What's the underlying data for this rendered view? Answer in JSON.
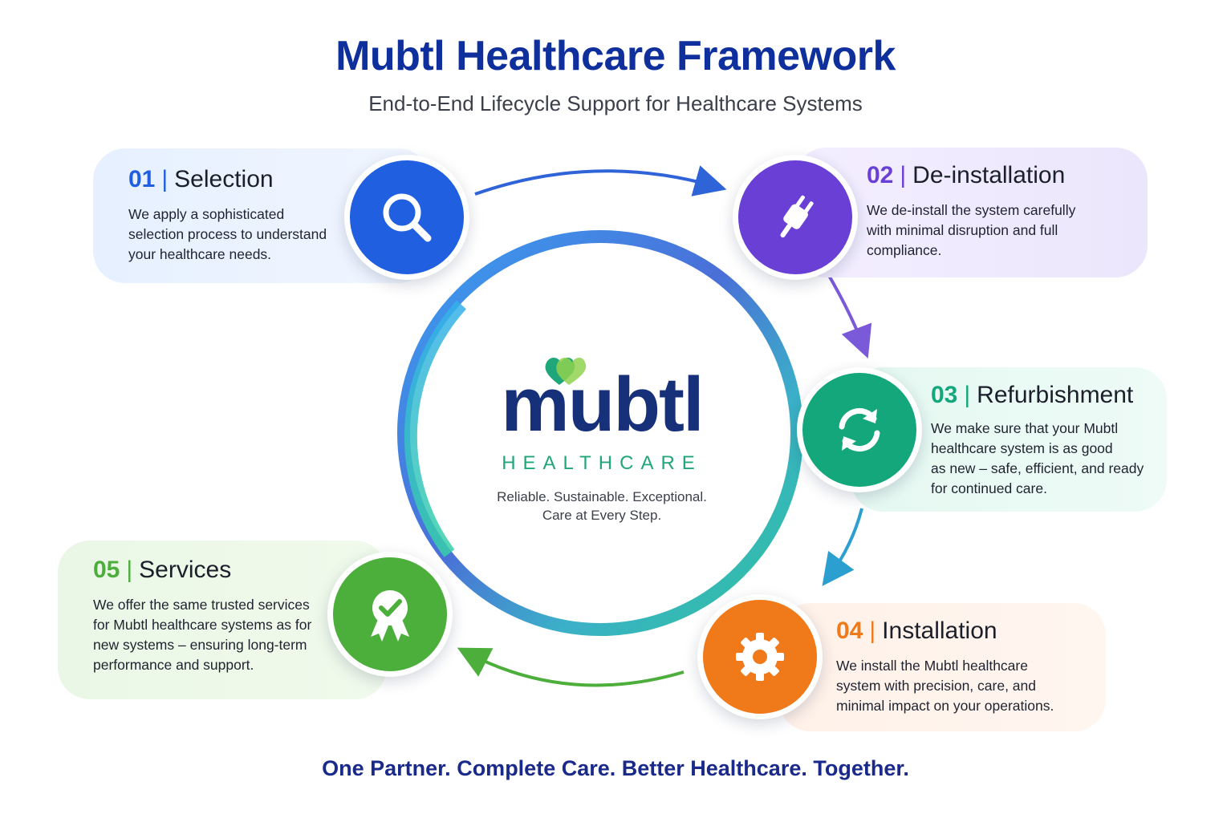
{
  "header": {
    "title": "Mubtl Healthcare Framework",
    "subtitle": "End-to-End Lifecycle Support for Healthcare Systems"
  },
  "center": {
    "logo_word": "mubtl",
    "logo_sub": "HEALTHCARE",
    "tagline_1": "Reliable. Sustainable. Exceptional.",
    "tagline_2": "Care at Every Step."
  },
  "steps": [
    {
      "num": "01",
      "title": "Selection",
      "lines": [
        "We apply a sophisticated",
        "selection process to understand",
        "your healthcare needs."
      ],
      "icon": "search-icon",
      "color": "#1f5fe0"
    },
    {
      "num": "02",
      "title": "De-installation",
      "lines": [
        "We de-install the system carefully",
        "with minimal disruption and full",
        "compliance."
      ],
      "icon": "plug-icon",
      "color": "#6a3fd6"
    },
    {
      "num": "03",
      "title": "Refurbishment",
      "lines": [
        "We make sure that your Mubtl",
        "healthcare system is as good",
        "as new – safe, efficient, and ready",
        "for continued care."
      ],
      "icon": "refresh-icon",
      "color": "#14a77c"
    },
    {
      "num": "04",
      "title": "Installation",
      "lines": [
        "We install the Mubtl healthcare",
        "system with precision, care, and",
        "minimal impact on your operations."
      ],
      "icon": "gear-icon",
      "color": "#f07a1a"
    },
    {
      "num": "05",
      "title": "Services",
      "lines": [
        "We offer the same trusted services",
        "for Mubtl healthcare systems as for",
        "new systems – ensuring long-term",
        "performance and support."
      ],
      "icon": "award-ribbon-icon",
      "color": "#4cae3b"
    }
  ],
  "footer": "One Partner. Complete Care. Better Healthcare. Together.",
  "colors": {
    "title": "#0f2f9c",
    "logo_navy": "#17307a",
    "logo_green": "#1fa67a"
  }
}
